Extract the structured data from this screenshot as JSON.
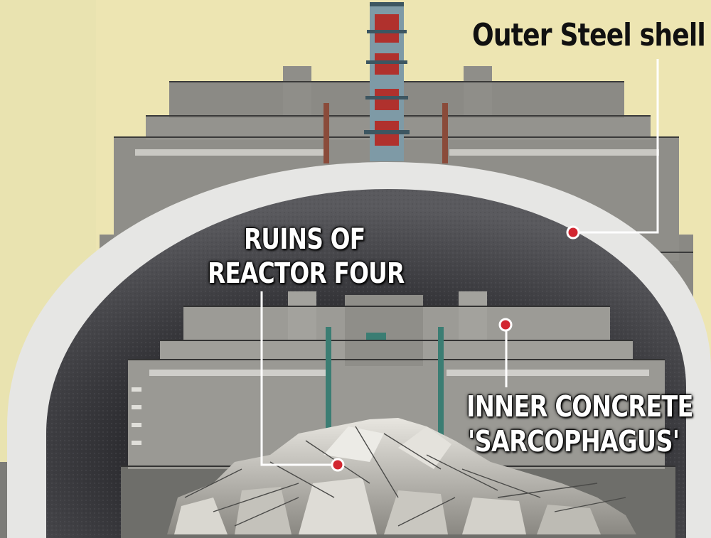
{
  "labels": {
    "outer_shell": "Outer Steel shell",
    "ruins_line1": "RUINS OF",
    "ruins_line2": "REACTOR FOUR",
    "inner_line1": "INNER CONCRETE",
    "inner_line2": "'SARCOPHAGUS'"
  },
  "colors": {
    "sky": "#ede5b2",
    "building": "#8d8c87",
    "shell": "#e6e6e4",
    "shell_interior": "#45454a",
    "marker": "#d22630",
    "chimney_red": "#b0312d",
    "pipe_teal": "#3b7d73"
  }
}
